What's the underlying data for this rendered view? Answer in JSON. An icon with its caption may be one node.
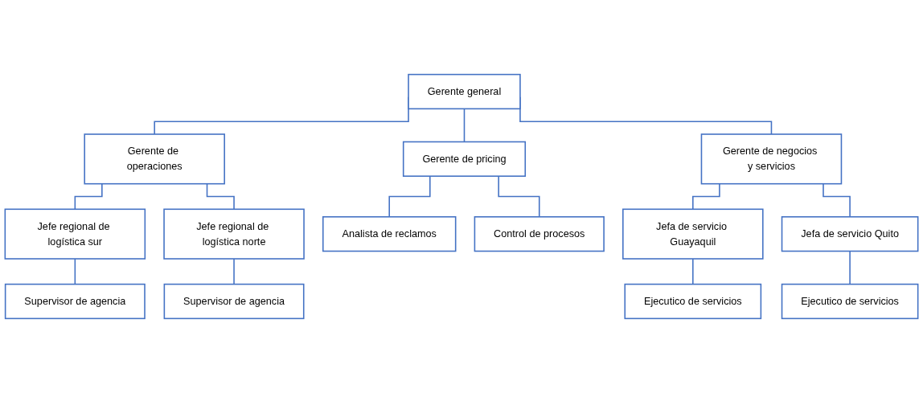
{
  "diagram": {
    "nodes": [
      {
        "text": [
          "Gerente general"
        ]
      },
      {
        "text": [
          "Gerente de operaciones"
        ]
      },
      {
        "text": [
          "Gerente de pricing"
        ]
      },
      {
        "text": [
          "Gerente de negocios y servicios"
        ]
      },
      {
        "text": [
          "Jefe regional de logística sur"
        ]
      },
      {
        "text": [
          "Jefe regional de logística norte"
        ]
      },
      {
        "text": [
          "Analista de reclamos"
        ]
      },
      {
        "text": [
          "Jefa de servicio Guayaquil"
        ]
      },
      {
        "text": [
          "Jefa de servicio Quito"
        ]
      },
      {
        "text": [
          "Supervisor de agencia"
        ]
      },
      {
        "text": [
          "Supervisor de agencia"
        ]
      },
      {
        "text": [
          "Control de procesos"
        ]
      },
      {
        "text": [
          "Ejecutico de servicios"
        ]
      },
      {
        "text": [
          "Ejecutico de servicios"
        ]
      }
    ],
    "edges": [
      {
        "from": 0,
        "to": 1,
        "arrow": "none"
      },
      {
        "from": 0,
        "to": 2,
        "arrow": "none"
      },
      {
        "from": 0,
        "to": 3,
        "arrow": "none"
      },
      {
        "from": 1,
        "to": 4,
        "arrow": "none"
      },
      {
        "from": 1,
        "to": 5,
        "arrow": "none"
      },
      {
        "from": 2,
        "to": 6,
        "arrow": "none"
      },
      {
        "from": 2,
        "to": 11,
        "arrow": "none"
      },
      {
        "from": 3,
        "to": 7,
        "arrow": "none"
      },
      {
        "from": 3,
        "to": 8,
        "arrow": "none"
      },
      {
        "from": 4,
        "to": 9,
        "arrow": "none"
      },
      {
        "from": 5,
        "to": 10,
        "arrow": "none"
      },
      {
        "from": 7,
        "to": 12,
        "arrow": "none"
      },
      {
        "from": 8,
        "to": 13,
        "arrow": "none"
      }
    ]
  }
}
